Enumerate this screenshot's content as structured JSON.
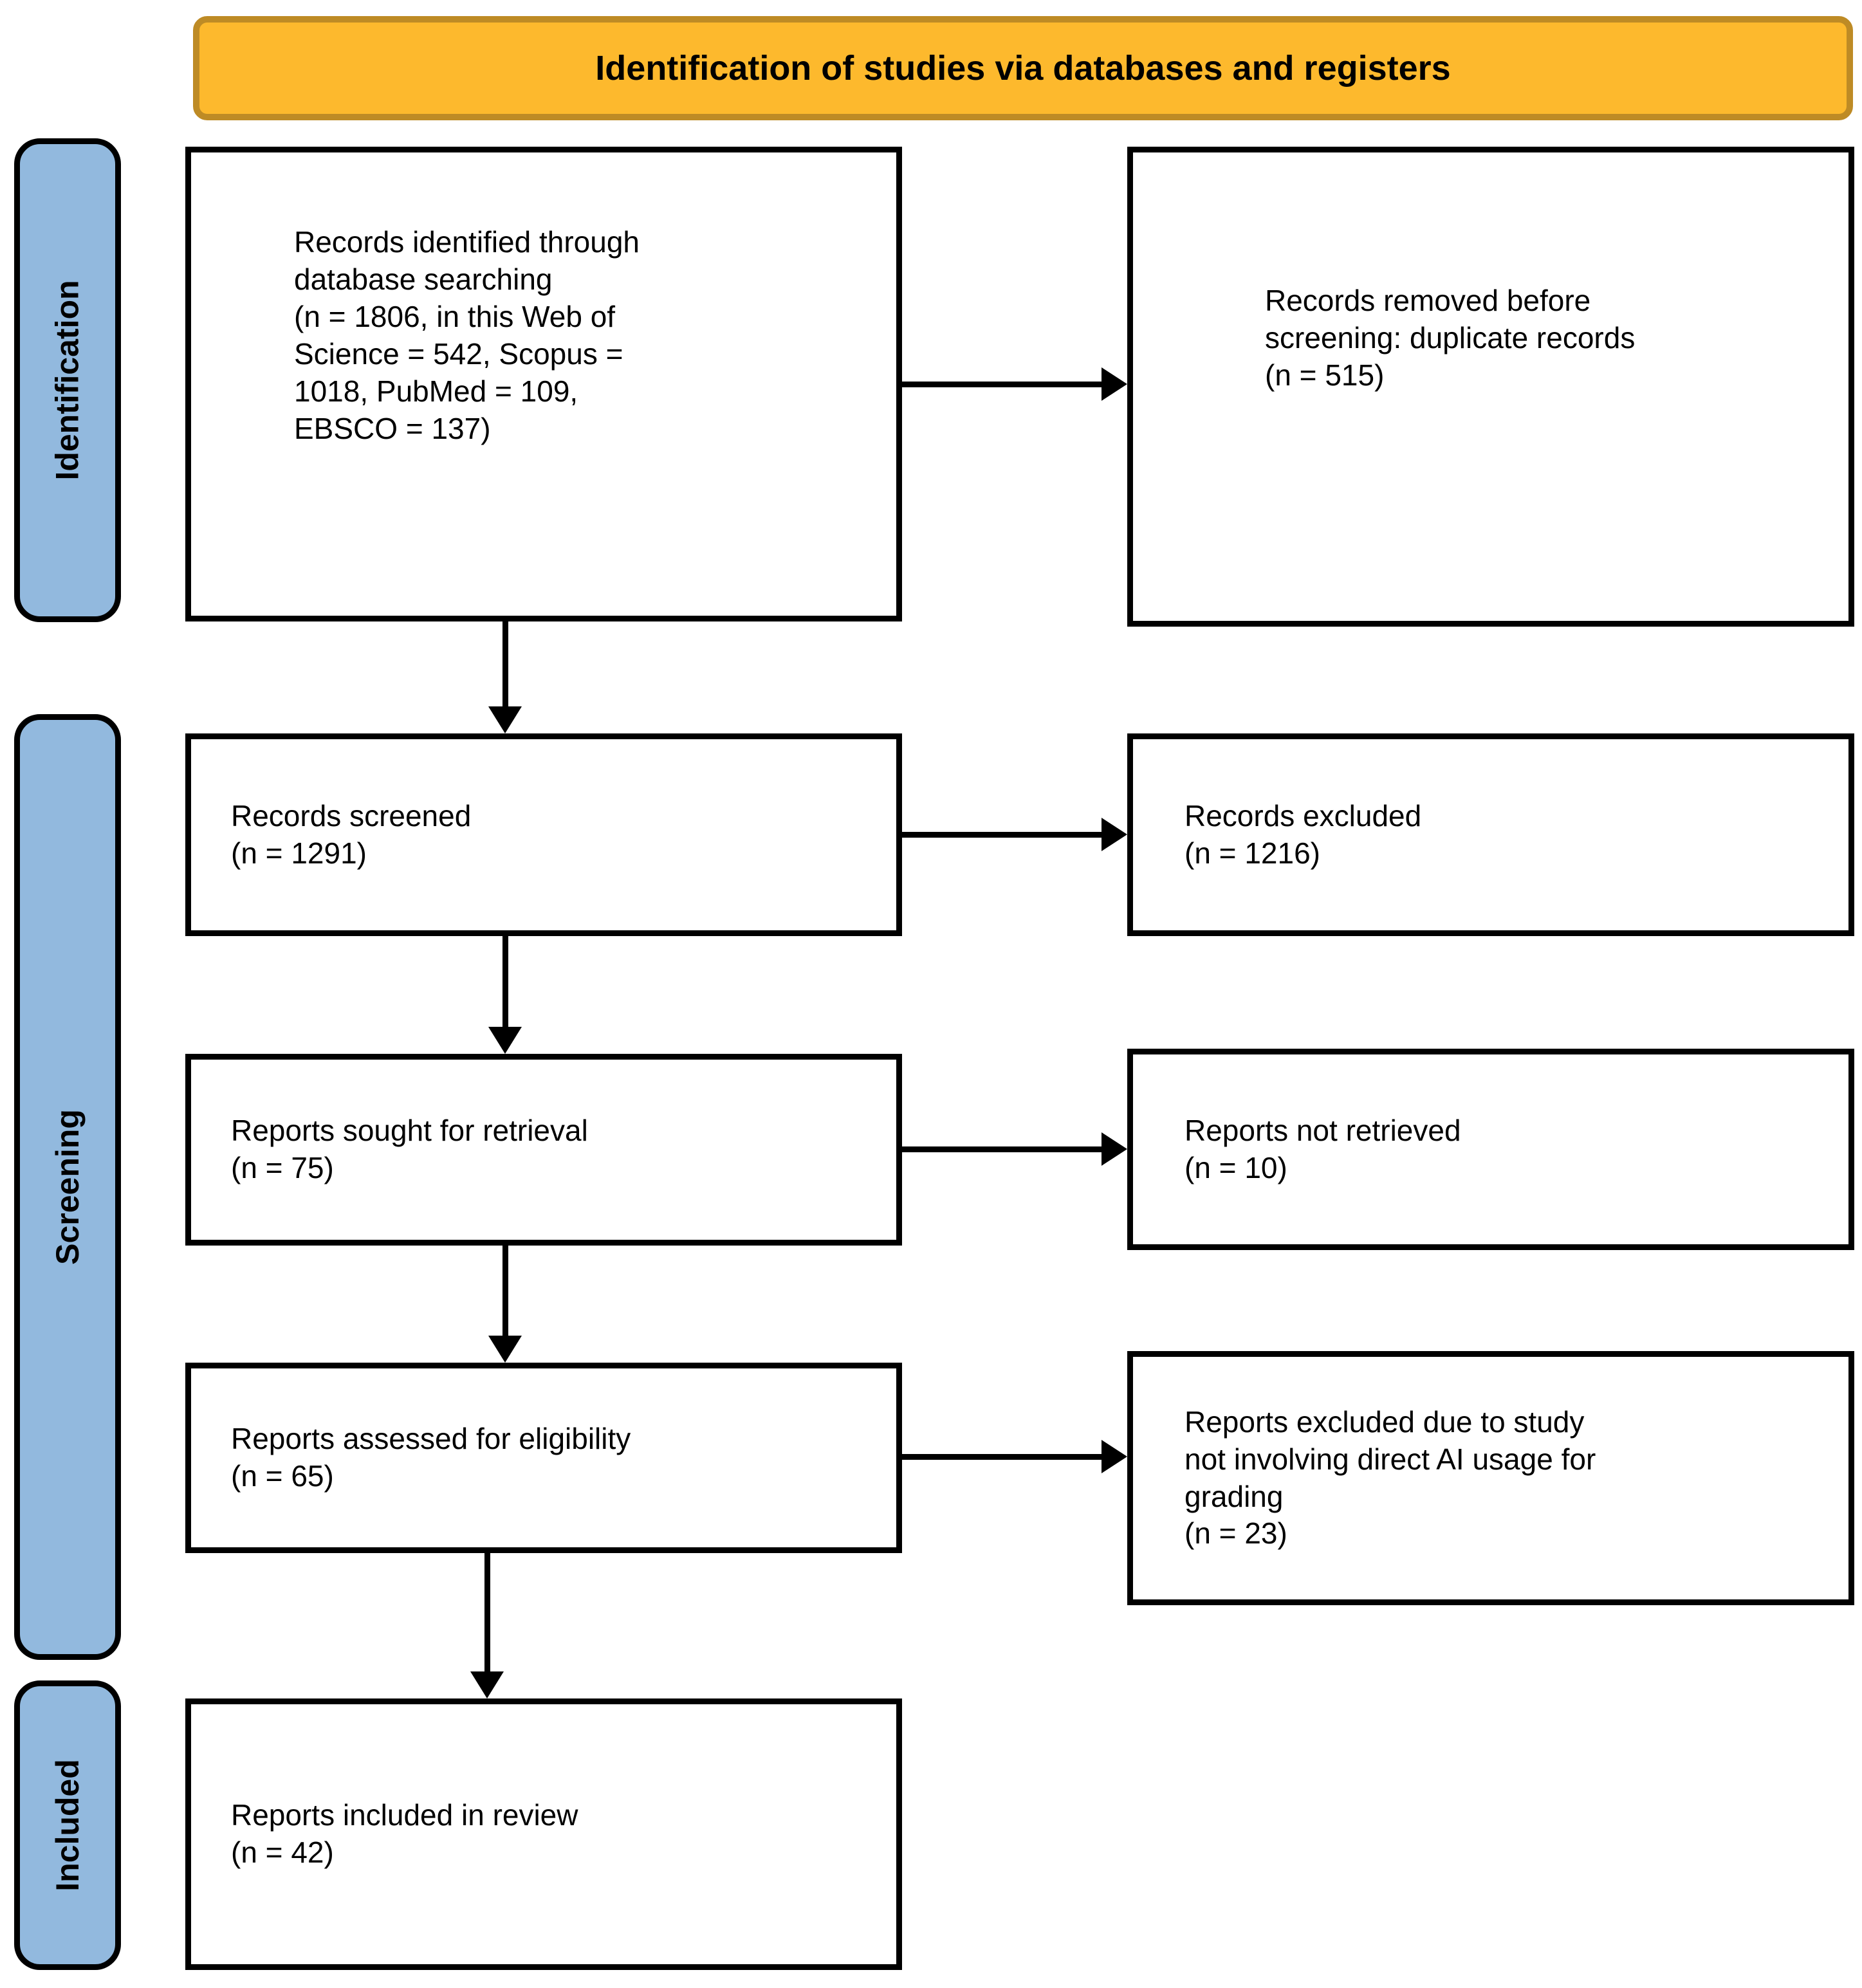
{
  "diagram": {
    "title": "Identification of studies via databases and registers",
    "stages": [
      {
        "label": "Identification"
      },
      {
        "label": "Screening"
      },
      {
        "label": "Included"
      }
    ],
    "boxes": {
      "records_identified": {
        "text": "Records identified through\ndatabase searching\n(n = 1806, in this Web of\nScience = 542, Scopus =\n1018, PubMed = 109,\nEBSCO = 137)"
      },
      "records_removed": {
        "text": "Records removed before\nscreening: duplicate records\n(n = 515)"
      },
      "records_screened": {
        "text": "Records screened\n(n = 1291)"
      },
      "records_excluded": {
        "text": "Records excluded\n(n = 1216)"
      },
      "reports_sought": {
        "text": "Reports sought for retrieval\n(n = 75)"
      },
      "reports_not_retrieved": {
        "text": "Reports not retrieved\n(n = 10)"
      },
      "reports_assessed": {
        "text": "Reports assessed for eligibility\n(n = 65)"
      },
      "reports_excluded_ai": {
        "text": "Reports excluded due to study\nnot involving direct AI usage for\ngrading\n(n = 23)"
      },
      "reports_included": {
        "text": "Reports included in review\n(n = 42)"
      }
    },
    "counts": {
      "identified_total": 1806,
      "web_of_science": 542,
      "scopus": 1018,
      "pubmed": 109,
      "ebsco": 137,
      "removed_before_screening": 515,
      "screened": 1291,
      "excluded": 1216,
      "sought_for_retrieval": 75,
      "not_retrieved": 10,
      "assessed_for_eligibility": 65,
      "excluded_no_direct_ai_usage": 23,
      "included_in_review": 42
    },
    "colors": {
      "header_fill": "#FDB92D",
      "header_border": "#BE8B25",
      "stage_fill": "#92B9DE",
      "stage_border": "#000000",
      "box_border": "#000000",
      "box_fill": "#FFFFFF",
      "arrow": "#000000",
      "text": "#000000"
    }
  }
}
